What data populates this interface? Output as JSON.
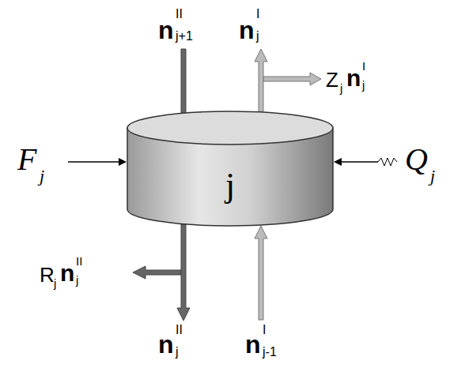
{
  "diagram": {
    "nodes": [
      {
        "text": [
          "j"
        ]
      }
    ],
    "labels": [
      "n",
      "II",
      "j+1",
      "n",
      "I",
      "j",
      "Z",
      "j",
      "n",
      "I",
      "j",
      "F",
      "j",
      "Q",
      "j",
      "R",
      "j",
      "n",
      "II",
      "j",
      "n",
      "II",
      "j",
      "n",
      "I",
      "j-1"
    ]
  }
}
